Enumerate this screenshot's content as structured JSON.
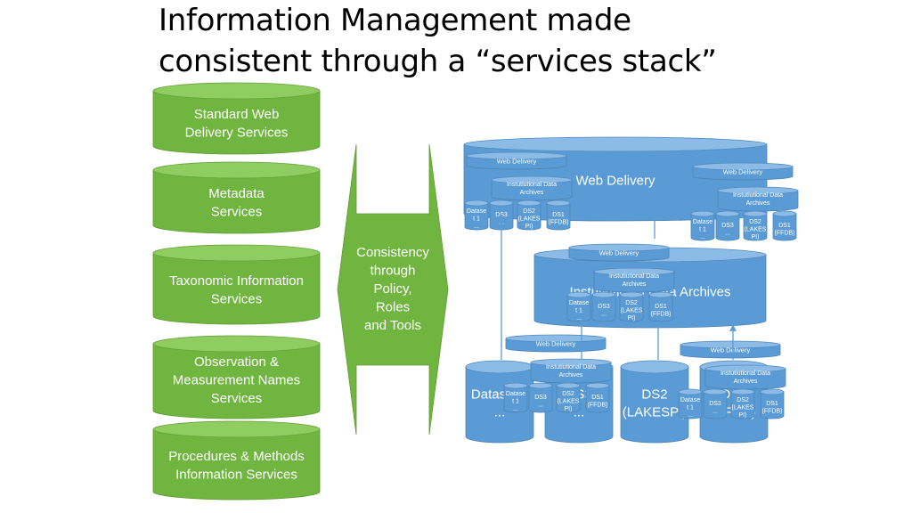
{
  "title": {
    "line1": "Information Management made",
    "line2": "consistent through a “services stack”"
  },
  "colors": {
    "green": "#71b541",
    "green_top": "#8fcd61",
    "blue": "#5b9bd5",
    "blue_top": "#8bbbe6",
    "white": "#ffffff"
  },
  "services": [
    [
      "Standard Web",
      "Delivery Services"
    ],
    [
      "Metadata",
      "Services"
    ],
    [
      "Taxonomic Information",
      "Services"
    ],
    [
      "Observation  &",
      "Measurement Names",
      "Services"
    ],
    [
      "Procedures & Methods",
      "Information Services"
    ]
  ],
  "consistency": [
    "Consistency",
    "through",
    "Policy,",
    "Roles",
    "and Tools"
  ],
  "stack": {
    "web_delivery": "Web Delivery",
    "archives": "Instutiutional Data  Archives",
    "archives_small": [
      "Instutiutional Data",
      "Archives"
    ],
    "dataset1": [
      "Datase",
      "t 1",
      "..."
    ],
    "ds3": [
      "DS3",
      "..."
    ],
    "ds2": [
      "DS2",
      "(LAKES",
      "PI)"
    ],
    "ds1": [
      "DS1",
      "(FFDB)"
    ],
    "bottom_dataset1": [
      "Dataset 1",
      "..."
    ],
    "bottom_ds3": [
      "DS3",
      "..."
    ],
    "bottom_ds2": [
      "DS2",
      "(LAKESPI)"
    ],
    "bottom_ds1": [
      "DS1",
      "(FFDB)"
    ]
  }
}
